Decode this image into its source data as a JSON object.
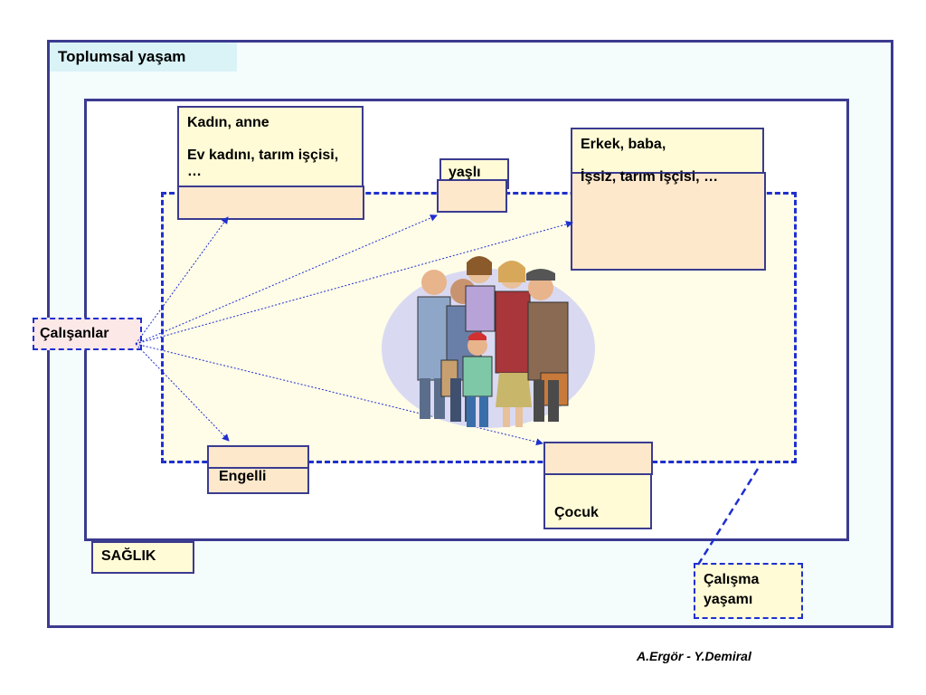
{
  "outer": {
    "title": "Toplumsal yaşam"
  },
  "groups": {
    "kadin_title": "Kadın, anne",
    "kadin_roles": "Ev kadını, tarım işçisi, …",
    "yasli": "yaşlı",
    "erkek_title": "Erkek, baba,",
    "erkek_roles": "İşsiz, tarım işçisi, …",
    "engelli": "Engelli",
    "cocuk": "Çocuk"
  },
  "center_label": "Çalışanlar",
  "saglik": "SAĞLIK",
  "calisma_yasami": {
    "line1": "Çalışma",
    "line2": "yaşamı"
  },
  "credit": "A.Ergör - Y.Demiral",
  "colors": {
    "border": "#3b3b8f",
    "dashed": "#1f2fd0",
    "outer_bg": "#f4fcfc",
    "work_bg": "#fffde8",
    "box_bg": "#fffbd6",
    "peach": "#fde8cc"
  },
  "illustration": {
    "icon": "people-group-icon"
  }
}
